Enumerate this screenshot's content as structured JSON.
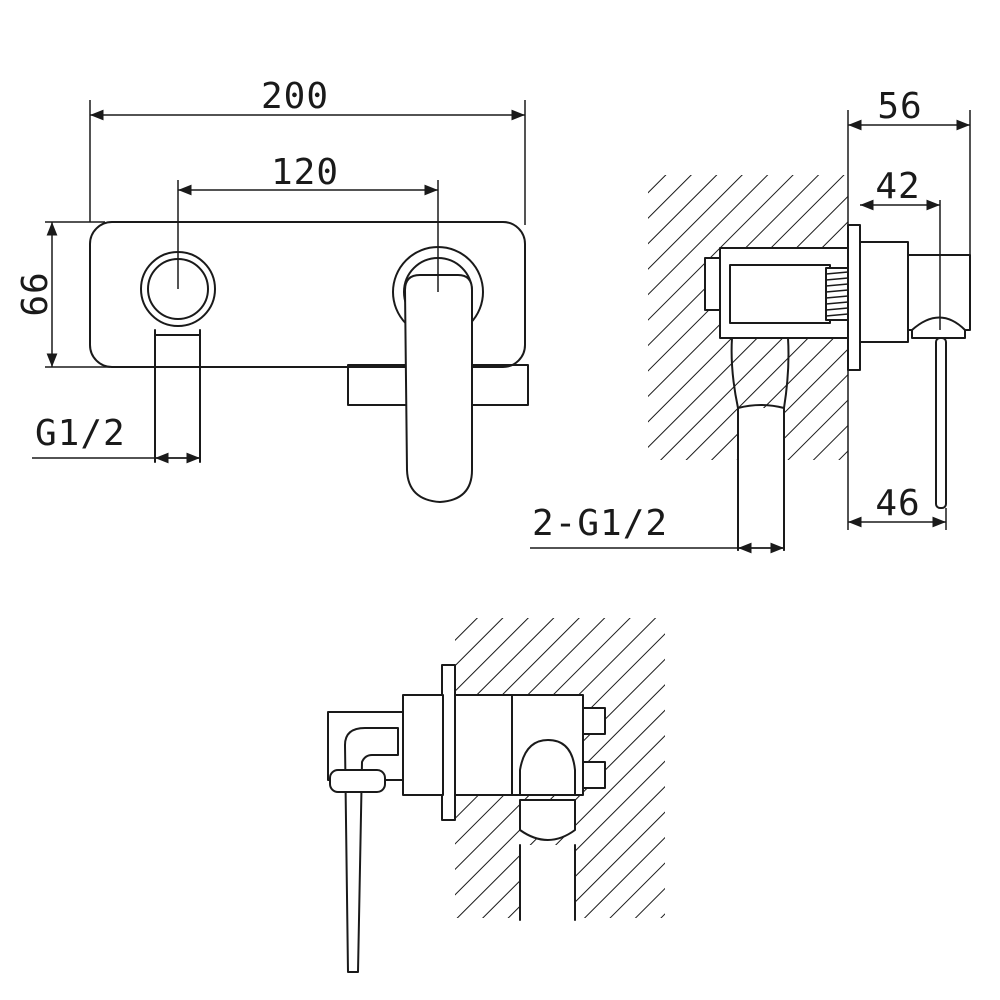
{
  "dimensions": {
    "width_overall": "200",
    "spout_spacing": "120",
    "height": "66",
    "inlet_left": "G1/2",
    "depth_overall": "56",
    "depth_body": "42",
    "inlets_side": "2-G1/2",
    "lever_offset": "46"
  },
  "views": [
    "front-view",
    "side-view",
    "top-view"
  ],
  "colors": {
    "stroke": "#1a1a1a",
    "background": "#ffffff"
  }
}
